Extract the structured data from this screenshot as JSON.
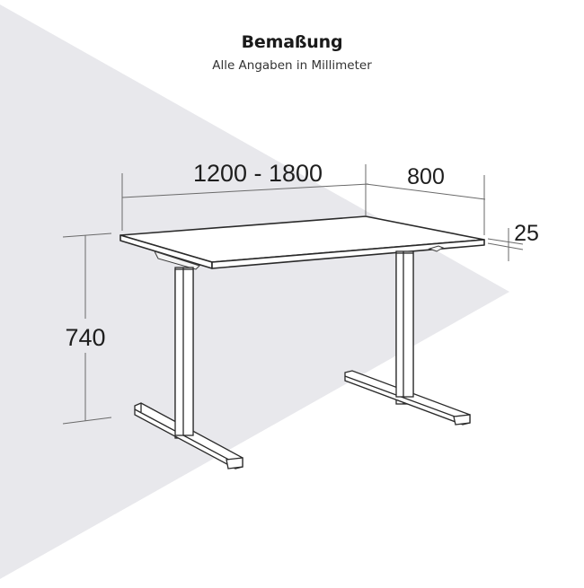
{
  "header": {
    "title": "Bemaßung",
    "subtitle": "Alle Angaben in Millimeter"
  },
  "dimensions": {
    "width": "1200 - 1800",
    "depth": "800",
    "thickness": "25",
    "height": "740"
  },
  "colors": {
    "background": "#ffffff",
    "shadow_panel": "#e8e8ec",
    "line": "#2a2a2a",
    "dim_line": "#6a6a6a",
    "tabletop": "#ffffff"
  }
}
